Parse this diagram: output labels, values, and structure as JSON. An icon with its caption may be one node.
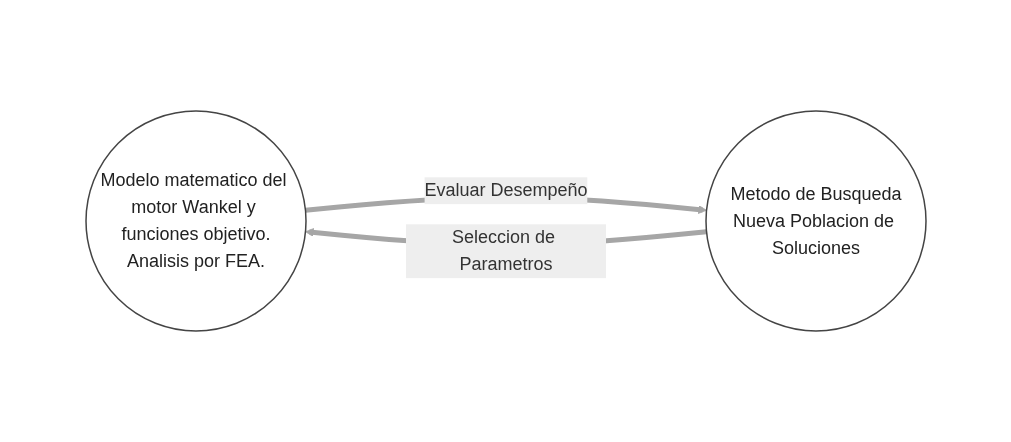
{
  "diagram": {
    "nodes": [
      {
        "text": [
          "Modelo matematico del motor Wankel y funciones objetivo.",
          "Analisis por FEA."
        ]
      },
      {
        "text": [
          "Metodo de Busqueda",
          "Nueva Poblacion de Soluciones"
        ]
      }
    ],
    "edges": [
      {
        "from": 0,
        "to": 1,
        "arrow": "to",
        "label": "Evaluar Desempeño"
      },
      {
        "from": 1,
        "to": 0,
        "arrow": "to",
        "label": "Seleccion de Parametros"
      }
    ]
  }
}
